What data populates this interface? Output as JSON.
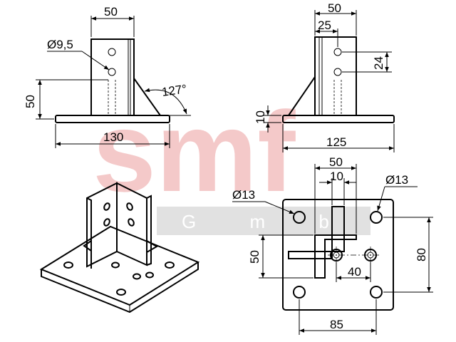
{
  "watermark": {
    "brand": "smf",
    "company": "G m b H"
  },
  "dimensions": {
    "side_view": {
      "top_width": "50",
      "hole_diameter": "Ø9,5",
      "angle": "127°",
      "height": "50",
      "base_width": "130"
    },
    "front_view": {
      "top_width": "50",
      "half_width": "25",
      "hole_spacing": "24",
      "plate_thickness": "10",
      "base_width": "125"
    },
    "top_view": {
      "left_hole_diameter": "Ø13",
      "right_hole_diameter": "Ø13",
      "total_width": "50",
      "fin_thickness": "10",
      "fin_length": "50",
      "center_spacing": "40",
      "vertical_spacing": "80",
      "horizontal_spacing": "85"
    }
  }
}
